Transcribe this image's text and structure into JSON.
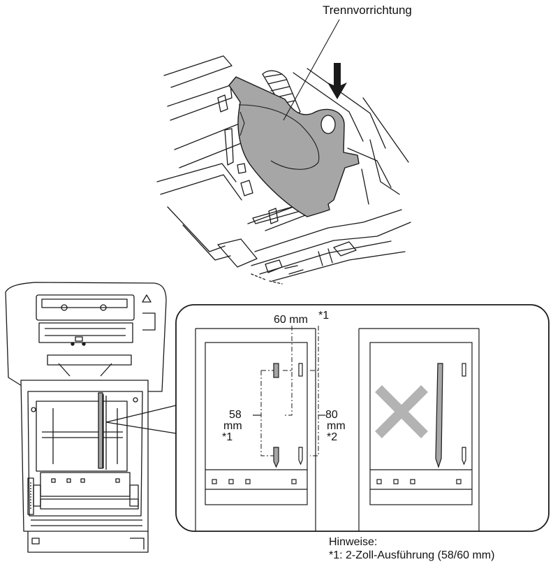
{
  "callout": {
    "label": "Trennvorrichtung"
  },
  "detail": {
    "left_panel": {
      "top_dimension": "60 mm",
      "top_dimension_note": "*1",
      "left_dimension_value": "58",
      "left_dimension_unit": "mm",
      "left_dimension_note": "*1",
      "right_dimension_value": "80",
      "right_dimension_unit": "mm",
      "right_dimension_note": "*2"
    },
    "right_panel": {
      "mark": "cross-icon"
    }
  },
  "notes": {
    "heading": "Hinweise:",
    "items": [
      "*1:  2-Zoll-Ausführung (58/60 mm)"
    ]
  },
  "colors": {
    "line": "#1a1a1a",
    "part_fill": "#a6a6a6",
    "cross": "#b3b3b3",
    "background": "#ffffff"
  }
}
